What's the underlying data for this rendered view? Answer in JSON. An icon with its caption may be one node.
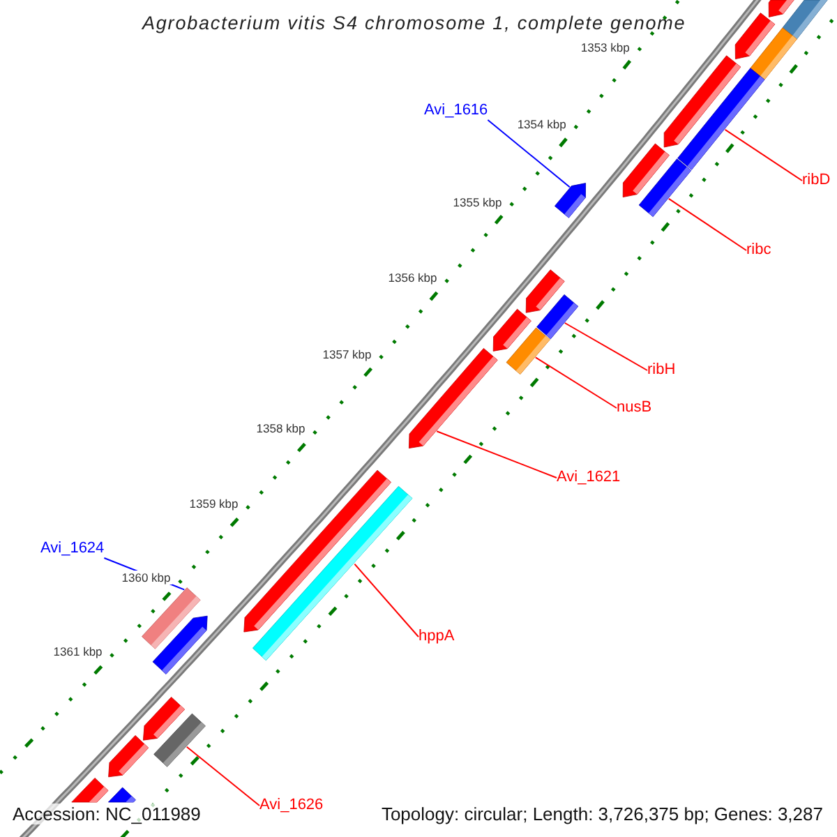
{
  "diagram": {
    "title": "Agrobacterium vitis S4 chromosome 1, complete genome",
    "nodes": [
      {
        "text": [
          "Avi_1616"
        ]
      },
      {
        "text": [
          "ribD"
        ]
      },
      {
        "text": [
          "ribc"
        ]
      },
      {
        "text": [
          "ribH"
        ]
      },
      {
        "text": [
          "nusB"
        ]
      },
      {
        "text": [
          "Avi_1621"
        ]
      },
      {
        "text": [
          "hppA"
        ]
      },
      {
        "text": [
          "Avi_1624"
        ]
      },
      {
        "text": [
          "Avi_1626"
        ]
      },
      {
        "text": [],
        "shape": "arrow"
      },
      {
        "text": [],
        "shape": "bar"
      },
      {
        "text": [],
        "shape": "arrow"
      },
      {
        "text": [],
        "shape": "bar"
      },
      {
        "text": [],
        "shape": "arrow"
      },
      {
        "text": [],
        "shape": "bar"
      },
      {
        "text": [],
        "shape": "arrow"
      },
      {
        "text": [],
        "shape": "bar"
      },
      {
        "text": [],
        "shape": "arrow"
      },
      {
        "text": [],
        "shape": "arrow"
      },
      {
        "text": [],
        "shape": "bar"
      },
      {
        "text": [],
        "shape": "arrow"
      },
      {
        "text": [],
        "shape": "bar"
      },
      {
        "text": [],
        "shape": "arrow"
      },
      {
        "text": [],
        "shape": "arrow"
      },
      {
        "text": [],
        "shape": "bar"
      },
      {
        "text": [],
        "shape": "bar"
      },
      {
        "text": [],
        "shape": "arrow"
      },
      {
        "text": [],
        "shape": "arrow"
      },
      {
        "text": [],
        "shape": "bar"
      },
      {
        "text": [],
        "shape": "arrow"
      },
      {
        "text": [],
        "shape": "arrow"
      },
      {
        "text": [],
        "shape": "bar"
      }
    ],
    "edges": [
      {
        "from": 0,
        "to": 17,
        "arrow": "none",
        "color": "#0000ff"
      },
      {
        "from": 1,
        "to": 14,
        "arrow": "none"
      },
      {
        "from": 2,
        "to": 16,
        "arrow": "none"
      },
      {
        "from": 3,
        "to": 19,
        "arrow": "none"
      },
      {
        "from": 4,
        "to": 21,
        "arrow": "none"
      },
      {
        "from": 5,
        "to": 22,
        "arrow": "none"
      },
      {
        "from": 6,
        "to": 24,
        "arrow": "none"
      },
      {
        "from": 7,
        "to": 25,
        "arrow": "none",
        "color": "#0000ff"
      },
      {
        "from": 8,
        "to": 28,
        "arrow": "none"
      }
    ],
    "labels": [
      "1353 kbp",
      "1354 kbp",
      "1355 kbp",
      "1356 kbp",
      "1357 kbp",
      "1358 kbp",
      "1359 kbp",
      "1360 kbp",
      "1361 kbp",
      "Accession: NC_011989",
      "Topology: circular; Length: 3,726,375 bp; Genes: 3,287"
    ]
  }
}
